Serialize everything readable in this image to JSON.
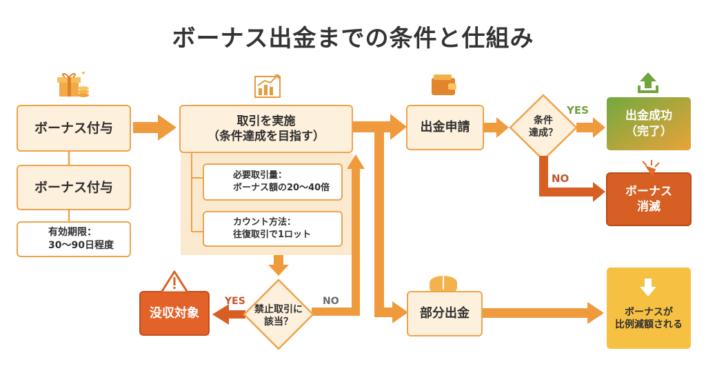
{
  "title": "ボーナス出金までの条件と仕組み",
  "nodes": {
    "bonus_grant_1": "ボーナス付与",
    "bonus_grant_2": "ボーナス付与",
    "validity": "有効期限：\n30〜90日程度",
    "trade": "取引を実施\n（条件達成を目指す）",
    "required_volume": "必要取引量：\nボーナス額の20〜40倍",
    "count_method": "カウント方法：\n往復取引で1ロット",
    "forbidden_check": "禁止取引に\n該当？",
    "confiscation": "没収対象",
    "withdraw_request": "出金申請",
    "condition_check": "条件\n達成？",
    "success": "出金成功\n（完了）",
    "bonus_lost": "ボーナス\n消滅",
    "partial_withdraw": "部分出金",
    "proportional": "ボーナスが\n比例減額される"
  },
  "edge_labels": {
    "forbidden_yes": "YES",
    "forbidden_no": "NO",
    "condition_yes": "YES",
    "condition_no": "NO"
  },
  "colors": {
    "box_fill": "#fdf0dc",
    "box_border": "#eea24a",
    "arrow": "#ef9a3c",
    "success": "#7fae45",
    "danger": "#e3622a",
    "lost": "#d85f23",
    "yellow": "#f6c043",
    "yes_green": "#6ea23b",
    "no_red": "#c4542a"
  },
  "icons": [
    "gift-icon",
    "chart-icon",
    "wallet-icon",
    "upload-icon",
    "warning-icon",
    "pie-icon",
    "down-arrow-icon",
    "coins-icon",
    "exchange-icon",
    "clock-icon",
    "burst-icon"
  ]
}
